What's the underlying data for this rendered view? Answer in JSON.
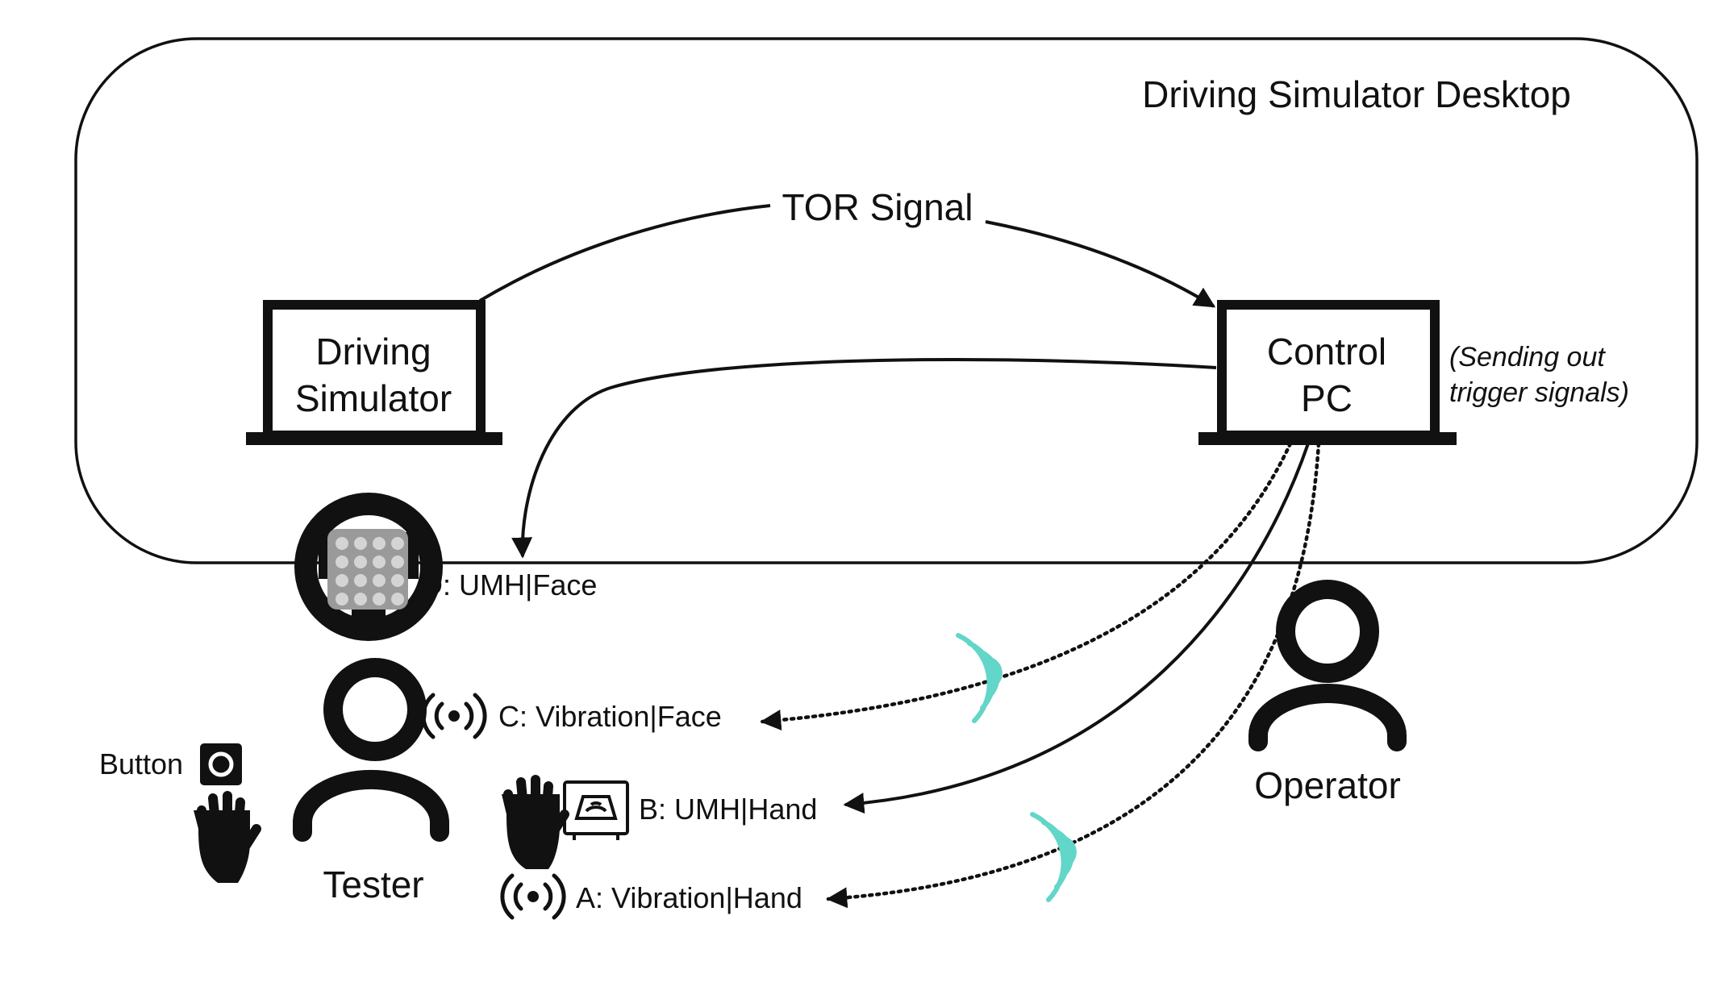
{
  "region": {
    "title": "Driving Simulator Desktop"
  },
  "signal": {
    "label": "TOR Signal"
  },
  "driving_sim": {
    "line1": "Driving",
    "line2": "Simulator"
  },
  "control_pc": {
    "line1": "Control",
    "line2": "PC",
    "note_line1": "(Sending out",
    "note_line2": "trigger signals)"
  },
  "tester": {
    "label": "Tester"
  },
  "operator": {
    "label": "Operator"
  },
  "button": {
    "label": "Button"
  },
  "modalities": {
    "a": "A: Vibration|Hand",
    "b": "B: UMH|Hand",
    "c": "C: Vibration|Face",
    "d": "D: UMH|Face"
  },
  "icons": {
    "laptop": "laptop-icon",
    "steering": "steering-wheel-icon",
    "ultrasound_array": "transducer-array-icon",
    "person": "person-icon",
    "vibration": "vibration-icon",
    "hand": "hand-icon",
    "ultrasound_device": "ultrasound-device-icon",
    "button": "button-icon",
    "wireless": "wireless-signal-icon"
  },
  "colors": {
    "wireless": "#62D6C8",
    "ink": "#111111",
    "array": "#9a9a9a"
  }
}
